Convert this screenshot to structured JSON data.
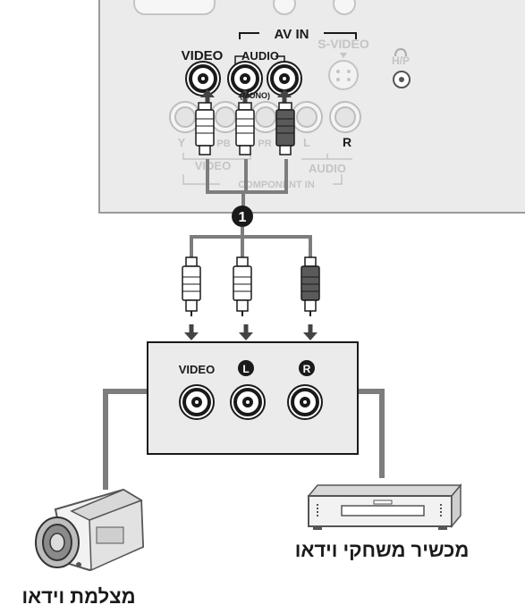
{
  "tv_panel": {
    "av_in_label": "AV IN",
    "video_label": "VIDEO",
    "audio_label": "AUDIO",
    "svideo_label": "S-VIDEO",
    "hp_label": "H/P",
    "mono_label": "(MONO)",
    "y_label": "Y",
    "pb_label": "PB",
    "pr_label": "PR",
    "l_label": "L",
    "r_label": "R",
    "video_sub_label": "VIDEO",
    "audio_sub_label": "AUDIO",
    "component_in_label": "COMPONENT IN"
  },
  "cable": {
    "step_number": "1"
  },
  "external_panel": {
    "video_label": "VIDEO",
    "left_badge": "L",
    "right_badge": "R"
  },
  "devices": {
    "vcr_label": "מכשיר משחקי וידאו",
    "camcorder_label": "מצלמת וידאו"
  },
  "colors": {
    "panel_fill": "#ebebeb",
    "panel_stroke": "#9a9a9a",
    "cable": "#7d7d7d",
    "dark": "#1a1a1a",
    "faded": "#c4c4c4",
    "red_plug": "#555555"
  }
}
